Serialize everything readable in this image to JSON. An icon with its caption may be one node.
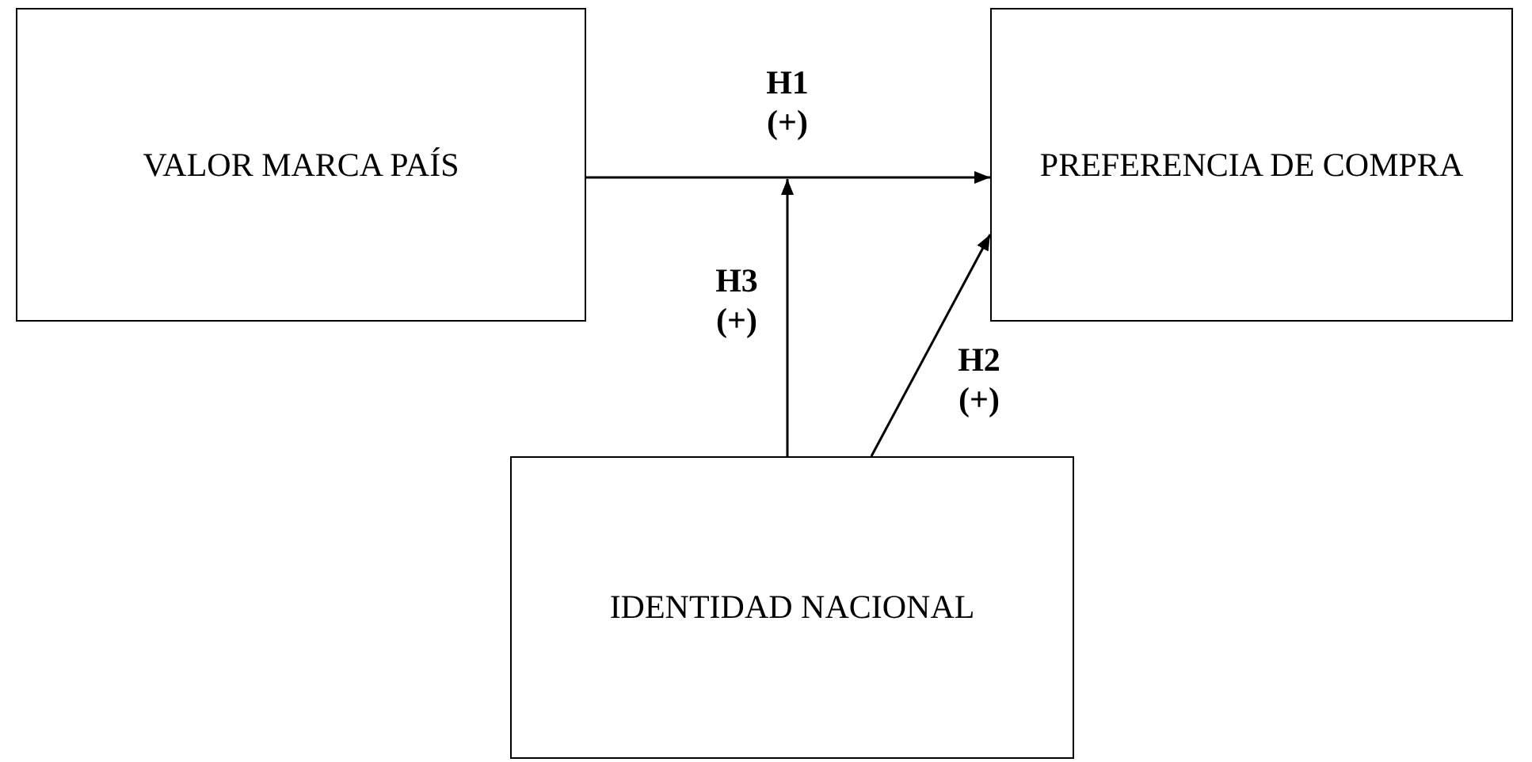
{
  "diagram": {
    "nodes": [
      {
        "text": [
          "VALOR MARCA PAÍS"
        ]
      },
      {
        "text": [
          "PREFERENCIA DE COMPRA"
        ]
      },
      {
        "text": [
          "IDENTIDAD NACIONAL"
        ]
      }
    ],
    "edges": [
      {
        "from": 0,
        "to": 1,
        "arrow": "to",
        "label": "H1 (+)"
      },
      {
        "from": 2,
        "to": null,
        "arrow": "to",
        "label": "H3 (+)"
      },
      {
        "from": 2,
        "to": 1,
        "arrow": "to",
        "label": "H2 (+)"
      }
    ]
  }
}
